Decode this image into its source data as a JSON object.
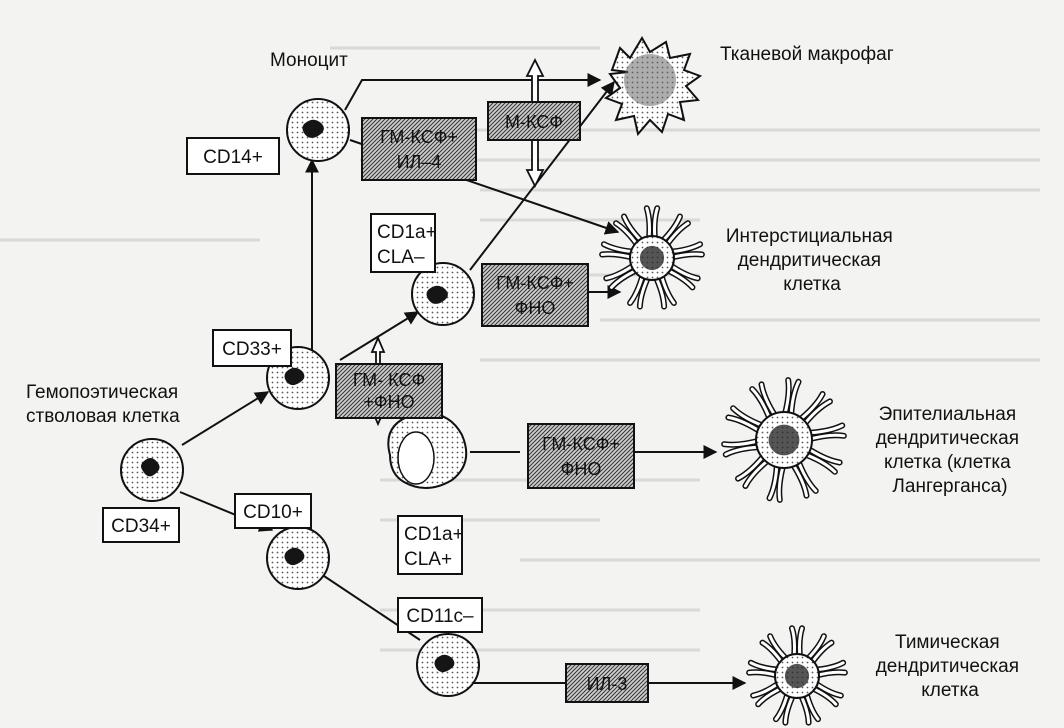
{
  "cells": {
    "hsc": "Гемопоэтическая стволовая клетка",
    "monocyte": "Моноцит",
    "tissue_macrophage": "Тканевой макрофаг",
    "interstitial_dc": [
      "Интерстициальная",
      "дендритическая",
      "клетка"
    ],
    "epithelial_dc": [
      "Эпителиальная",
      "дендритическая",
      "клетка (клетка",
      "Лангерганса)"
    ],
    "thymic_dc": [
      "Тимическая",
      "дендритическая",
      "клетка"
    ]
  },
  "markers": {
    "cd34": "CD34+",
    "cd33": "CD33+",
    "cd14": "CD14+",
    "cd10": "CD10+",
    "cd1a_cla_minus": [
      "CD1a+",
      "CLA–"
    ],
    "cd1a_cla_plus": [
      "CD1a+",
      "CLA+"
    ],
    "cd11c": "CD11c–"
  },
  "factors": {
    "gmcsf_il4": [
      "ГМ-КСФ+",
      "ИЛ–4"
    ],
    "mcsf": "М-КСФ",
    "gmcsf_tnf_1": [
      "ГМ-КСФ+",
      "ФНО"
    ],
    "gmcsf_tnf_2": [
      "ГМ- КСФ",
      "+ФНО"
    ],
    "gmcsf_tnf_3": [
      "ГМ-КСФ+",
      "ФНО"
    ],
    "il3": "ИЛ-3"
  }
}
